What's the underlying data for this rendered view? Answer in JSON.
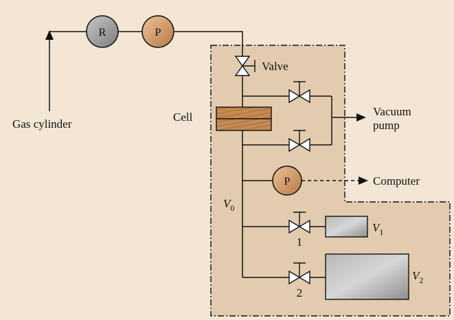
{
  "colors": {
    "background": "#f3e6d5",
    "enclosure_fill": "#e3cbaf",
    "line": "#111111",
    "regulator": "#9e9e9e",
    "pressure_gauge": "#d8a070",
    "cell": "#bd8650",
    "chamber": "#9a9a9a"
  },
  "labels": {
    "gas_cylinder": "Gas cylinder",
    "valve": "Valve",
    "cell": "Cell",
    "vacuum_line1": "Vacuum",
    "vacuum_line2": "pump",
    "computer": "Computer",
    "v0": "V",
    "v0_sub": "0",
    "v1": "V",
    "v1_sub": "1",
    "v2": "V",
    "v2_sub": "2",
    "valve1_num": "1",
    "valve2_num": "2"
  },
  "gauges": {
    "regulator": "R",
    "pressure_top": "P",
    "pressure_inner": "P"
  },
  "icons": {
    "gauge": "circle-gauge",
    "valve": "bowtie-valve",
    "arrow": "arrowhead"
  }
}
